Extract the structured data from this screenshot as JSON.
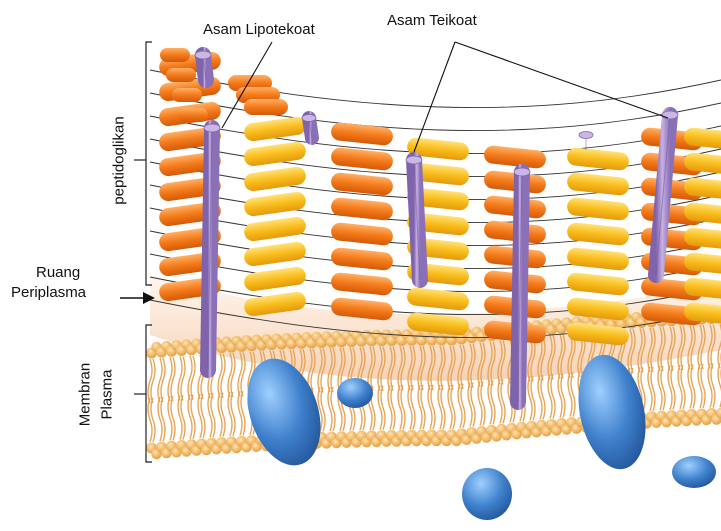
{
  "labels": {
    "lipoteichoic": "Asam Lipotekoat",
    "teichoic": "Asam Teikoat",
    "peptidoglycan": "peptidoglikan",
    "periplasm_line1": "Ruang",
    "periplasm_line2": "Periplasma",
    "membrane_line1": "Membran",
    "membrane_line2": "Plasma"
  },
  "colors": {
    "orange_unit": "#f07c1e",
    "yellow_unit": "#f7b81a",
    "teichoic_rod": "#a78bc9",
    "protein": "#3f7fc9",
    "lipid_head": "#f0a94a",
    "periplasm": "#fbe3cf"
  }
}
